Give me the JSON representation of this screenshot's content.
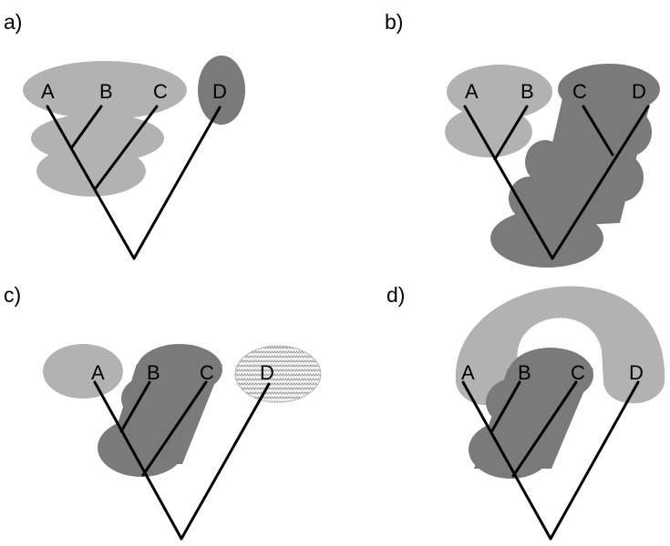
{
  "panels": [
    {
      "label": "a)",
      "taxa": [
        "A",
        "B",
        "C",
        "D"
      ]
    },
    {
      "label": "b)",
      "taxa": [
        "A",
        "B",
        "C",
        "D"
      ]
    },
    {
      "label": "c)",
      "taxa": [
        "A",
        "B",
        "C",
        "D"
      ]
    },
    {
      "label": "d)",
      "taxa": [
        "A",
        "B",
        "C",
        "D"
      ]
    }
  ],
  "colors": {
    "light_gray": "#b2b2b2",
    "dark_gray": "#7a7a7a",
    "hatched_fill": "#eeeeee",
    "branch": "#000000"
  }
}
